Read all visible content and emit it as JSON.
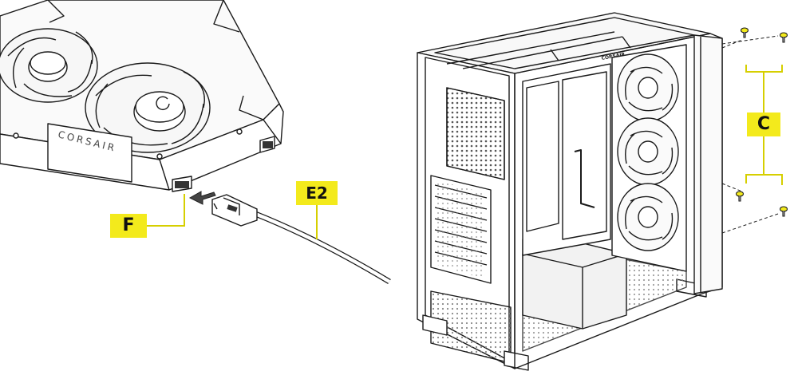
{
  "callouts": {
    "f": {
      "label": "F"
    },
    "e2": {
      "label": "E2"
    },
    "c": {
      "label": "C"
    }
  },
  "brand": {
    "logo_fan": "CORSAIR",
    "logo_case": "CORSAIR"
  },
  "colors": {
    "callout_fill": "#f3ea1c",
    "line_art": "#1a1a1a",
    "shading": "#e8e8e8"
  },
  "icons": [
    "screw-icon",
    "insert-arrow-icon"
  ]
}
